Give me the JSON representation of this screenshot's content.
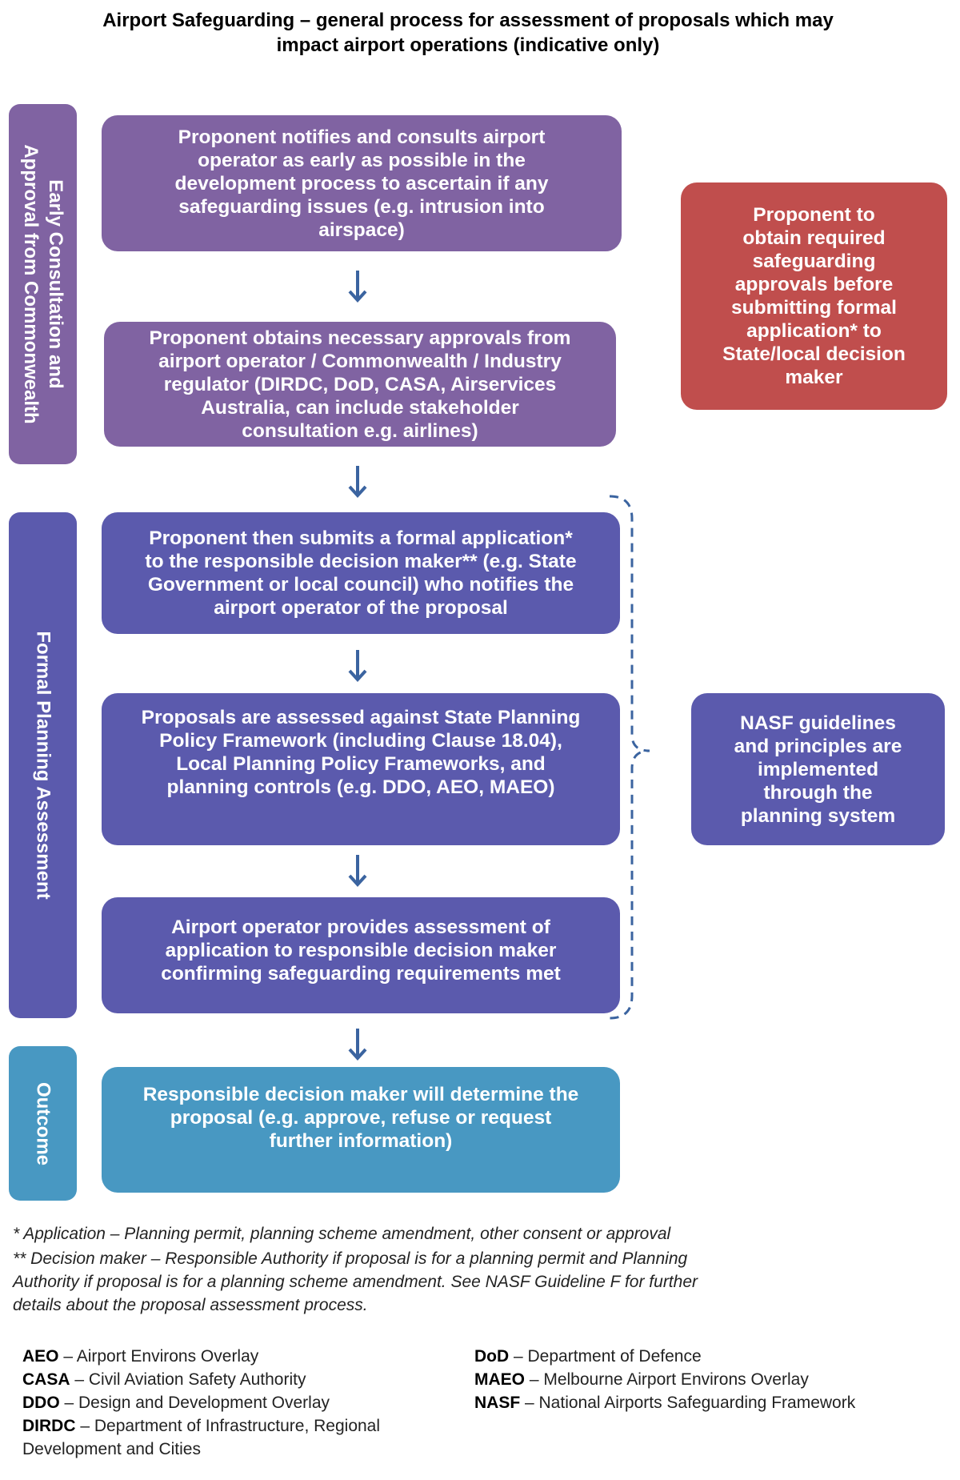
{
  "title_line1": "Airport Safeguarding – general process for assessment of proposals which may",
  "title_line2": "impact airport operations (indicative only)",
  "side_labels": {
    "early_line1": "Early Consultation and",
    "early_line2": "Approval from Commonwealth",
    "formal": "Formal  Planning Assessment",
    "outcome": "Outcome"
  },
  "boxes": {
    "notify": [
      "Proponent notifies and consults airport",
      "operator as early as possible in  the",
      "development process to ascertain if any",
      "safeguarding issues (e.g. intrusion into",
      "airspace)"
    ],
    "approvals": [
      "Proponent obtains necessary approvals from",
      "airport operator / Commonwealth / Industry",
      "regulator (DIRDC, DoD, CASA, Airservices",
      "Australia, can include stakeholder",
      "consultation e.g. airlines)"
    ],
    "submit": [
      "Proponent then submits a formal application*",
      "to the responsible decision maker** (e.g. State",
      "Government or local council) who notifies the",
      "airport operator of the proposal"
    ],
    "assess": [
      "Proposals are assessed against State Planning",
      "Policy Framework (including Clause 18.04),",
      "Local Planning Policy Frameworks, and",
      "planning controls (e.g. DDO, AEO, MAEO)"
    ],
    "operator": [
      "Airport operator provides assessment of",
      "application to responsible decision maker",
      "confirming  safeguarding requirements met"
    ],
    "outcome": [
      "Responsible decision maker will determine the",
      "proposal (e.g. approve, refuse or request",
      "further information)"
    ],
    "red_note": [
      "Proponent  to",
      "obtain required",
      "safeguarding",
      "approvals before",
      "submitting formal",
      "application* to",
      "State/local decision",
      "maker"
    ],
    "nasf_note": [
      "NASF guidelines",
      "and principles are",
      "implemented",
      "through the",
      "planning system"
    ]
  },
  "colors": {
    "purple": "#8063a2",
    "indigo": "#5b5aad",
    "blue": "#4898c2",
    "red": "#c04e4d",
    "arrow": "#3b64a0"
  },
  "footnotes": {
    "application": "*  Application –  Planning permit, planning scheme amendment, other consent or approval",
    "decision_line1": "** Decision maker – Responsible Authority if proposal is for a planning permit and Planning",
    "decision_line2": "Authority if proposal is for a planning scheme amendment. See NASF Guideline F for further",
    "decision_line3": "details about the proposal assessment process."
  },
  "abbreviations": {
    "left": [
      {
        "term": "AEO",
        "def": " – Airport Environs Overlay"
      },
      {
        "term": "CASA",
        "def": " – Civil Aviation Safety Authority"
      },
      {
        "term": "DDO",
        "def": " – Design and Development Overlay"
      },
      {
        "term": "DIRDC",
        "def": " – Department of Infrastructure, Regional"
      }
    ],
    "left_continuation": "Development and Cities",
    "right": [
      {
        "term": "DoD",
        "def": " – Department of Defence"
      },
      {
        "term": "MAEO",
        "def": " – Melbourne Airport Environs Overlay"
      },
      {
        "term": "NASF",
        "def": " – National Airports Safeguarding Framework"
      }
    ]
  }
}
